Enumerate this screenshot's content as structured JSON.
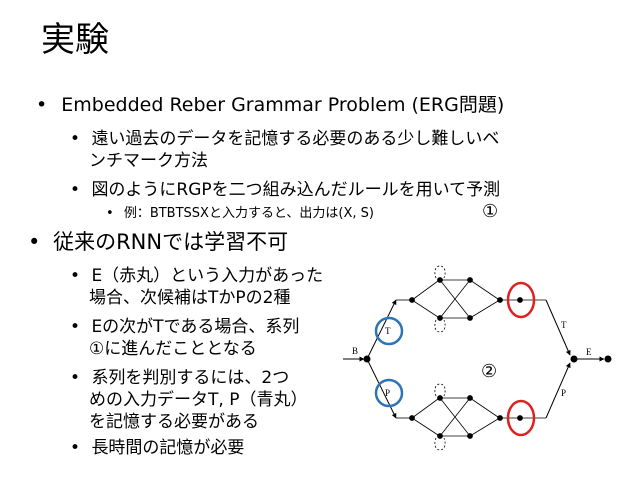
{
  "slide": {
    "title": "実験",
    "bullet_glyph": "•",
    "b1": "Embedded Reber Grammar Problem (ERG問題)",
    "b1_1_line1": "遠い過去のデータを記憶する必要のある少し難しいベ",
    "b1_1_line2": "ンチマーク方法",
    "b1_2": "図のようにRGPを二つ組み込んだルールを用いて予測",
    "b1_2_1": "例：BTBTSSXと入力すると、出力は(X, S)",
    "b2": "従来のRNNでは学習不可",
    "b2_1_line1": "E（赤丸）という入力があった",
    "b2_1_line2": "場合、次候補はTかPの2種",
    "b2_2_line1": "Eの次がTである場合、系列",
    "b2_2_line2": "①に進んだこととなる",
    "b2_3_line1": "系列を判別するには、2つ",
    "b2_3_line2": "めの入力データT, P（青丸）",
    "b2_3_line3": "を記憶する必要がある",
    "b2_4": "長時間の記憶が必要"
  },
  "diagram": {
    "marker_1": "①",
    "marker_2": "②",
    "label_B": "B",
    "label_T": "T",
    "label_P": "P",
    "label_T_right": "T",
    "label_P_right": "P",
    "label_E": "E",
    "blue_circle_color": "#2e75b6",
    "red_circle_color": "#e02020"
  }
}
